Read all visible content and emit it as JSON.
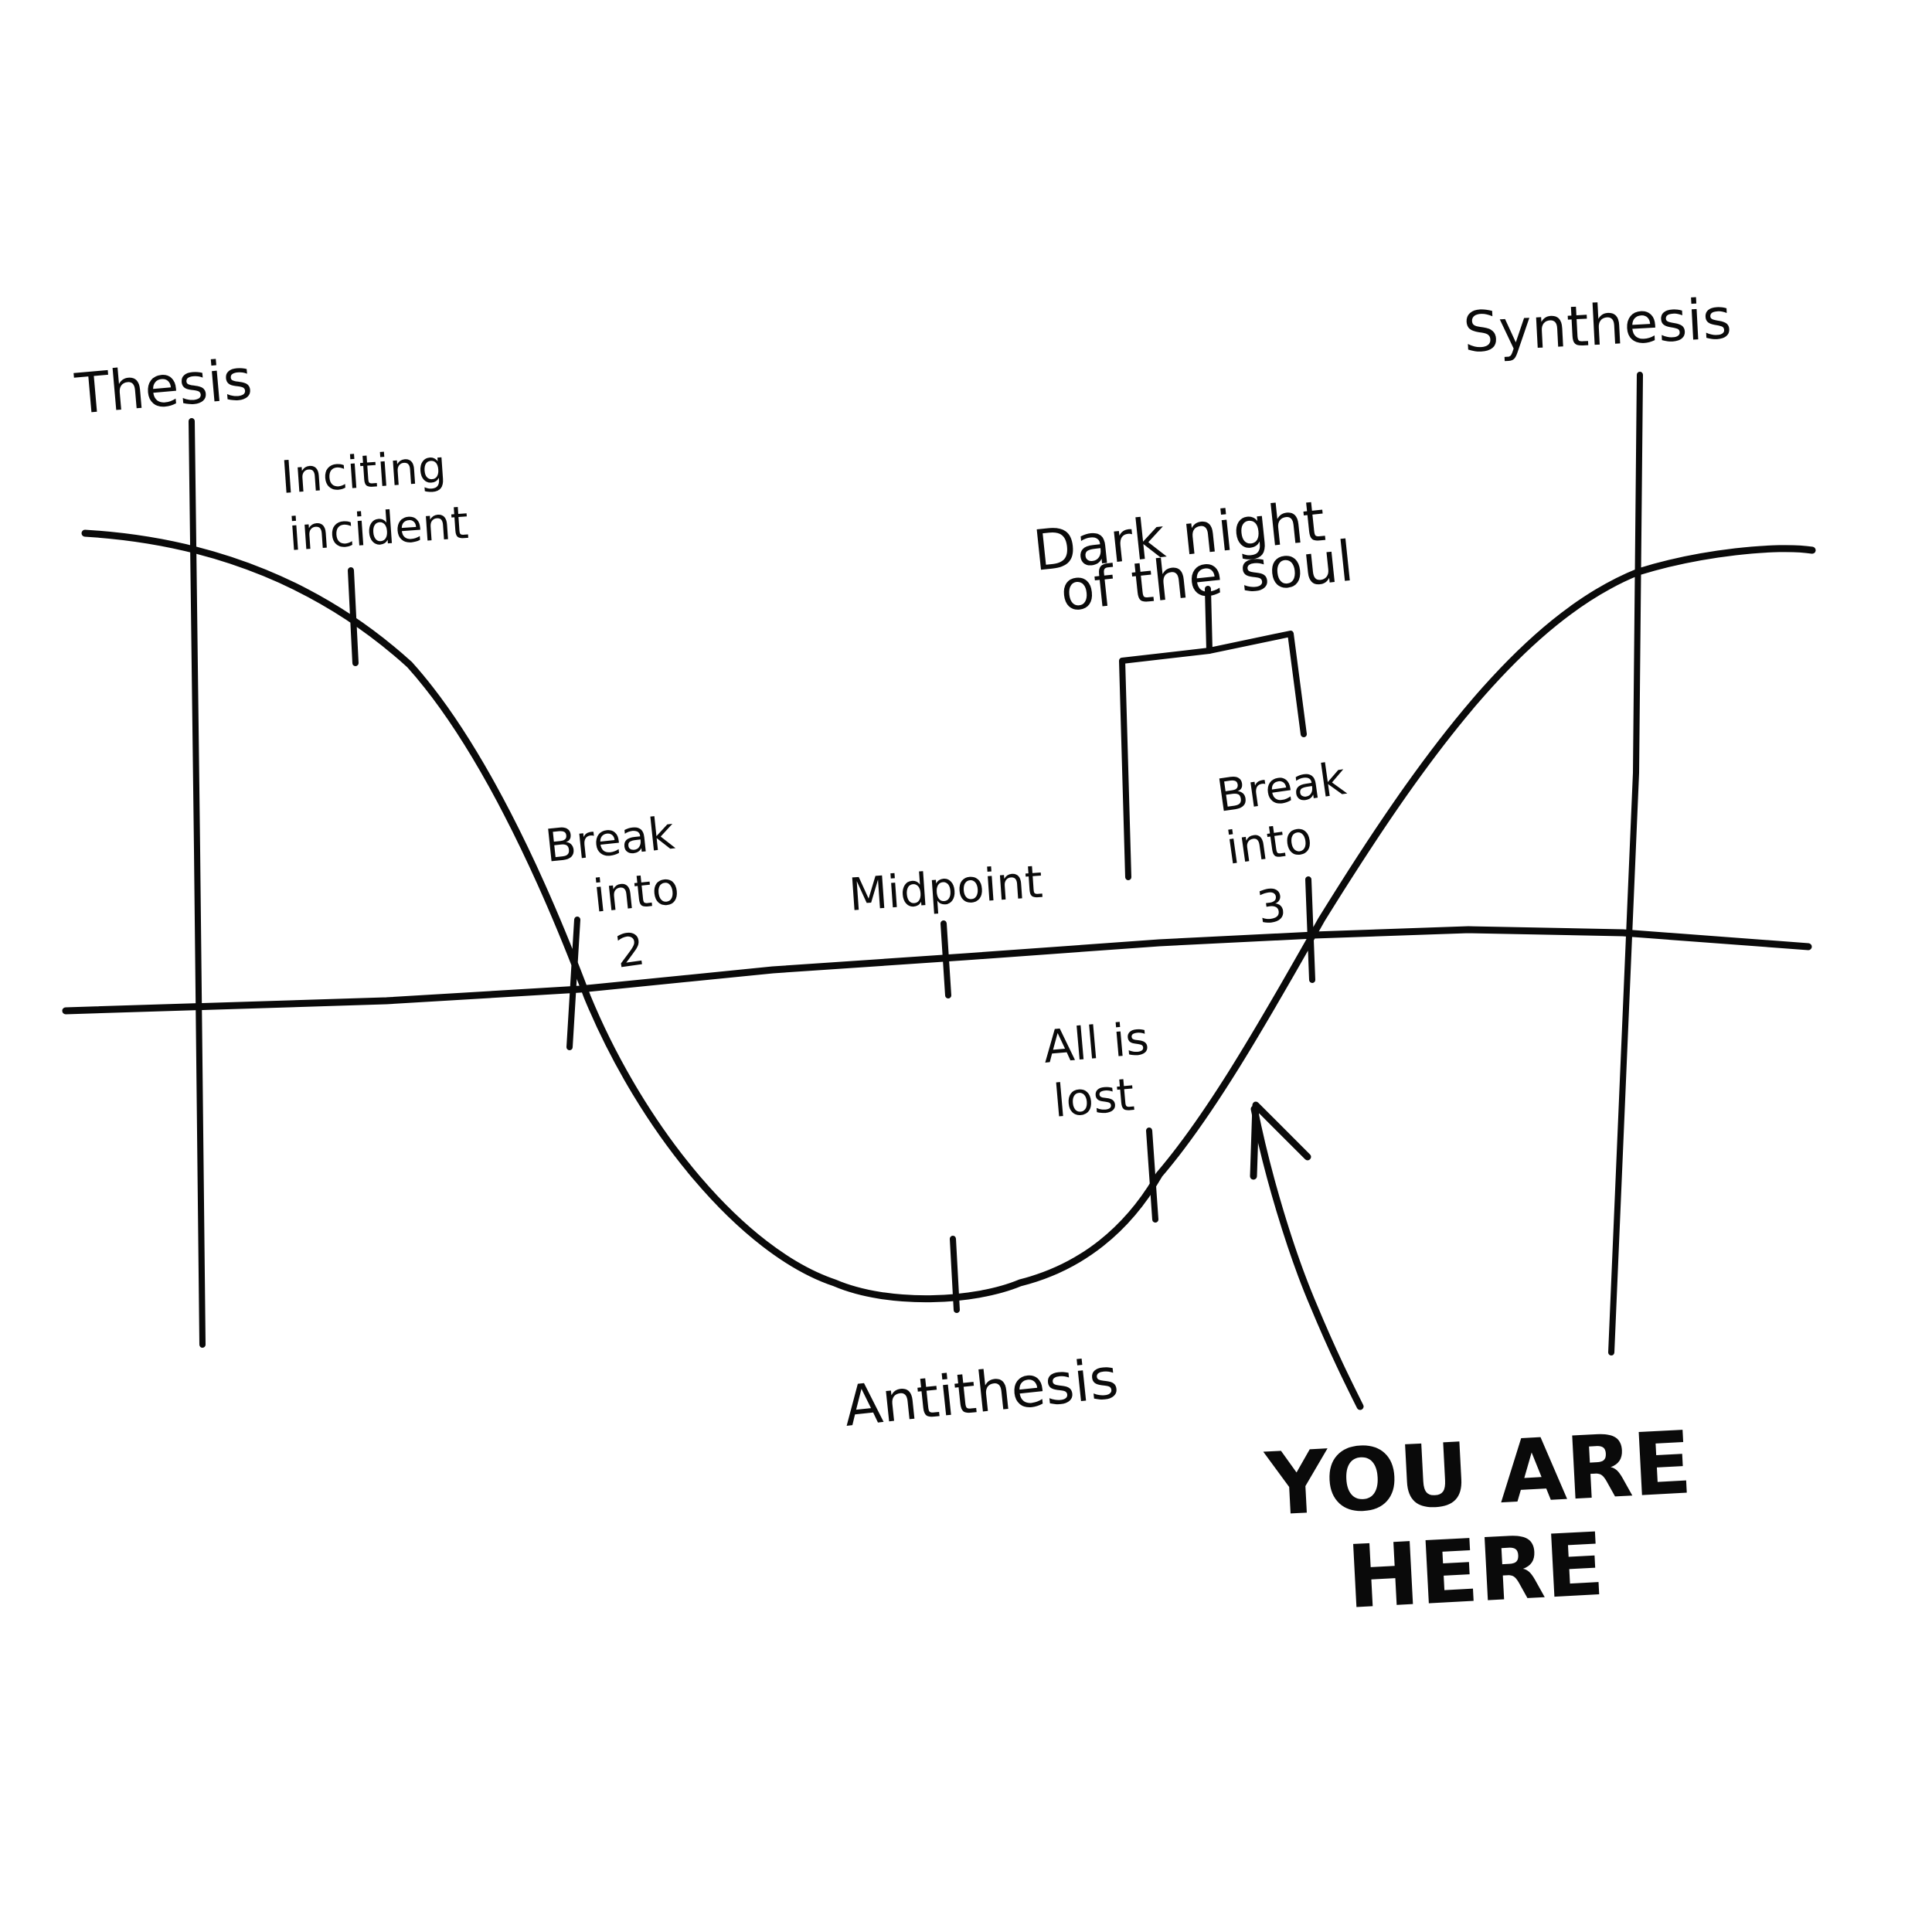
{
  "labels": {
    "thesis": "Thesis",
    "synthesis": "Synthesis",
    "inciting": [
      "Inciting",
      "incident"
    ],
    "break2": [
      "Break",
      "into",
      "2"
    ],
    "midpoint": "Midpoint",
    "dark": [
      "Dark night",
      "of the soul"
    ],
    "break3": [
      "Break",
      "into",
      "3"
    ],
    "all_lost": [
      "All is",
      "lost"
    ],
    "antithesis": "Antithesis",
    "you_are_here": [
      "YOU ARE",
      "HERE"
    ]
  },
  "colors": {
    "ink": "#0a0a0a",
    "paper": "#ffffff"
  }
}
